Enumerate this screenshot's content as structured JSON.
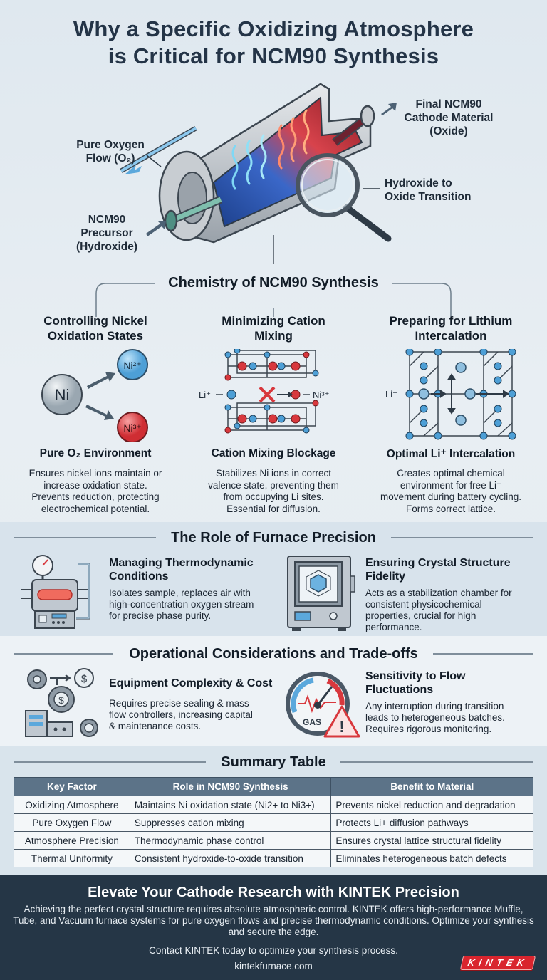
{
  "title": {
    "line1": "Why a Specific Oxidizing Atmosphere",
    "line2": "is Critical for NCM90 Synthesis"
  },
  "hero": {
    "labels": {
      "oxygen_line1": "Pure Oxygen",
      "oxygen_line2": "Flow (O₂)",
      "precursor_line1": "NCM90",
      "precursor_line2": "Precursor",
      "precursor_line3": "(Hydroxide)",
      "final_line1": "Final NCM90",
      "final_line2": "Cathode Material",
      "final_line3": "(Oxide)",
      "transition_line1": "Hydroxide to",
      "transition_line2": "Oxide Transition"
    },
    "icons": [
      "tube-furnace-cutaway-icon",
      "magnifying-glass-icon",
      "arrow-icon"
    ]
  },
  "chemistry": {
    "heading": "Chemistry of NCM90 Synthesis",
    "columns": [
      {
        "title_line1": "Controlling Nickel",
        "title_line2": "Oxidation States",
        "subtitle": "Pure O₂ Environment",
        "desc": [
          "Ensures nickel ions maintain or",
          "increase oxidation state.",
          "Prevents reduction, protecting",
          "electrochemical potential."
        ],
        "graphic": {
          "center": "Ni",
          "top": "Ni²⁺",
          "bottom": "Ni³⁺"
        }
      },
      {
        "title_line1": "Minimizing Cation",
        "title_line2": "Mixing",
        "subtitle": "Cation Mixing Blockage",
        "desc": [
          "Stabilizes Ni ions in correct",
          "valence state, preventing them",
          "from occupying Li sites.",
          "Essential for diffusion."
        ],
        "graphic": {
          "left": "Li⁺",
          "right": "Ni³⁺"
        }
      },
      {
        "title_line1": "Preparing for Lithium",
        "title_line2": "Intercalation",
        "subtitle": "Optimal Li⁺ Intercalation",
        "desc": [
          "Creates optimal chemical",
          "environment for free Li⁺",
          "movement during battery cycling.",
          "Forms correct lattice."
        ],
        "graphic": {
          "left": "Li⁺"
        }
      }
    ]
  },
  "furnace": {
    "heading": "The Role of Furnace Precision",
    "items": [
      {
        "title_line1": "Managing Thermodynamic",
        "title_line2": "Conditions",
        "desc": [
          "Isolates sample, replaces air with",
          "high-concentration oxygen stream",
          "for precise phase purity."
        ],
        "icon": "tube-furnace-icon"
      },
      {
        "title_line1": "Ensuring Crystal Structure",
        "title_line2": "Fidelity",
        "desc": [
          "Acts as a stabilization chamber for",
          "consistent physicochemical",
          "properties, crucial for high",
          "performance."
        ],
        "icon": "chamber-furnace-icon"
      }
    ]
  },
  "operations": {
    "heading": "Operational Considerations and Trade-offs",
    "items": [
      {
        "title_line1": "Equipment Complexity & Cost",
        "desc": [
          "Requires precise sealing & mass",
          "flow controllers, increasing capital",
          "& maintenance costs."
        ],
        "icon": "gears-cost-icon"
      },
      {
        "title_line1": "Sensitivity to Flow",
        "title_line2": "Fluctuations",
        "desc": [
          "Any interruption during transition",
          "leads to heterogeneous batches.",
          "Requires rigorous monitoring."
        ],
        "icon": "gas-gauge-warning-icon",
        "gauge_label": "GAS"
      }
    ]
  },
  "summary": {
    "heading": "Summary Table",
    "columns": [
      "Key Factor",
      "Role in NCM90 Synthesis",
      "Benefit to Material"
    ],
    "rows": [
      [
        "Oxidizing Atmosphere",
        "Maintains Ni oxidation state (Ni2+ to Ni3+)",
        "Prevents nickel reduction and degradation"
      ],
      [
        "Pure Oxygen Flow",
        "Suppresses cation mixing",
        "Protects Li+ diffusion pathways"
      ],
      [
        "Atmosphere Precision",
        "Thermodynamic phase control",
        "Ensures crystal lattice structural fidelity"
      ],
      [
        "Thermal Uniformity",
        "Consistent hydroxide-to-oxide transition",
        "Eliminates heterogeneous batch defects"
      ]
    ]
  },
  "footer": {
    "title": "Elevate Your Cathode Research with KINTEK Precision",
    "body": "Achieving the perfect crystal structure requires absolute atmospheric control. KINTEK offers high-performance Muffle, Tube, and Vacuum furnace systems for pure oxygen flows and precise thermodynamic conditions. Optimize your synthesis and secure the edge.",
    "cta": "Contact KINTEK today to optimize your synthesis process.",
    "url": "kintekfurnace.com",
    "logo": "KINTEK"
  },
  "colors": {
    "title_text": "#243447",
    "table_header": "#5c7388",
    "footer_bg": "#253646",
    "logo_red": "#d9252e",
    "ion_blue": "#5ba8dc",
    "ion_red": "#d8383d"
  }
}
